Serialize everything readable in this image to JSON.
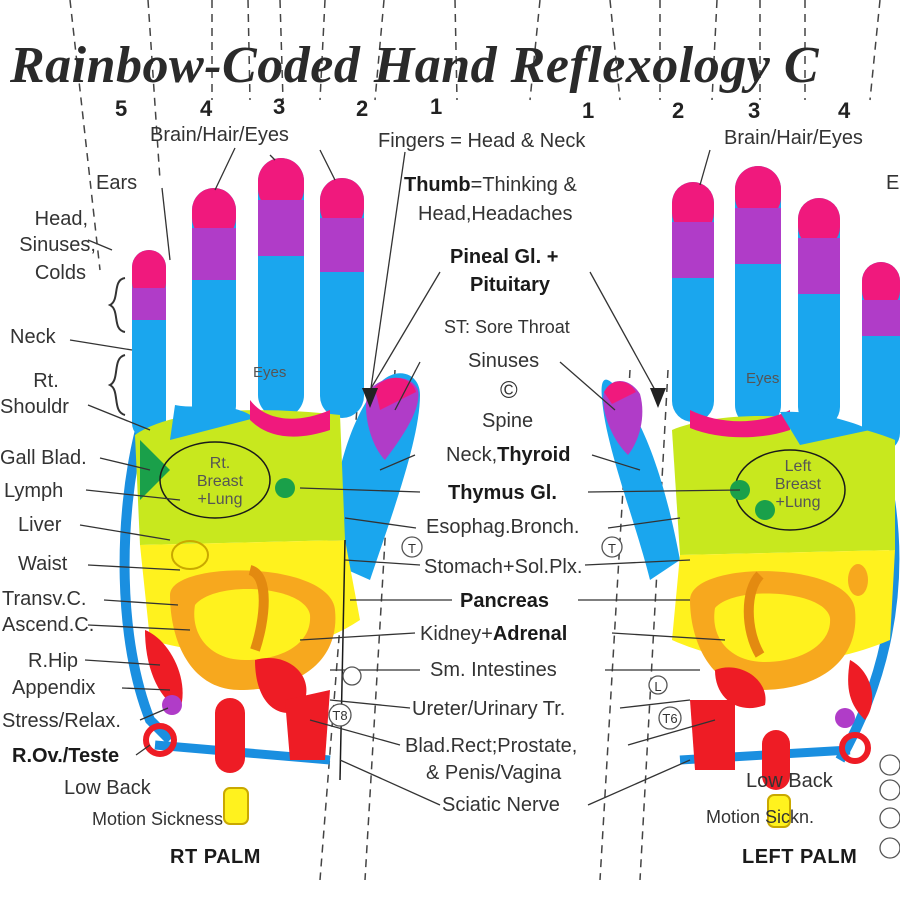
{
  "title": "Rainbow-Coded Hand Reflexology C",
  "finger_numbers_left": [
    "5",
    "4",
    "3",
    "2",
    "1"
  ],
  "finger_numbers_right": [
    "1",
    "2",
    "3",
    "4"
  ],
  "left_labels": {
    "brain_hair_eyes": "Brain/Hair/Eyes",
    "ears": "Ears",
    "head_sinuses_colds": [
      "Head,",
      "Sinuses,",
      "Colds"
    ],
    "neck": "Neck",
    "rt_shouldr": [
      "Rt.",
      "Shouldr"
    ],
    "gall_blad": "Gall Blad.",
    "lymph": "Lymph",
    "liver": "Liver",
    "waist": "Waist",
    "transv_c": "Transv.C.",
    "ascend_c": "Ascend.C.",
    "r_hip": "R.Hip",
    "appendix": "Appendix",
    "stress_relax": "Stress/Relax.",
    "r_ov_teste": "R.Ov./Teste",
    "low_back": "Low Back",
    "motion_sickness": "Motion Sickness"
  },
  "center_labels": {
    "fingers": "Fingers = Head & Neck",
    "thumb_bold": "Thumb",
    "thumb_rest": "=Thinking &",
    "head_headaches": "Head,Headaches",
    "pineal": "Pineal Gl. +",
    "pituitary": "Pituitary",
    "sore_throat": "ST: Sore Throat",
    "sinuses": "Sinuses",
    "c_mark": "©",
    "spine": "Spine",
    "neck_prefix": "Neck,",
    "thyroid": "Thyroid",
    "thymus": "Thymus Gl.",
    "esophag": "Esophag.Bronch.",
    "stomach": "Stomach+Sol.Plx.",
    "pancreas": "Pancreas",
    "kidney_prefix": "Kidney+",
    "adrenal": "Adrenal",
    "sm_intestines": "Sm. Intestines",
    "ureter": "Ureter/Urinary Tr.",
    "blad_rect": "Blad.Rect;Prostate,",
    "penis_vagina": "& Penis/Vagina",
    "sciatic": "Sciatic Nerve"
  },
  "right_labels": {
    "brain_hair_eyes": "Brain/Hair/Eyes",
    "e": "E",
    "low_back": "Low Back",
    "motion_sickn": "Motion Sickn."
  },
  "hand_labels": {
    "rt_breast_lung": [
      "Rt.",
      "Breast",
      "+Lung"
    ],
    "left_breast_lung": [
      "Left",
      "Breast",
      "+Lung"
    ],
    "eyes": "Eyes"
  },
  "marker_letters": [
    "T",
    "T",
    "L",
    "T6",
    "T8"
  ],
  "footer": {
    "rt_palm": "RT  PALM",
    "left_palm": "LEFT PALM"
  },
  "zone_colors": {
    "fingertip": "#f0197d",
    "finger_band": "#b03cc8",
    "finger": "#1aa6ee",
    "upper_palm": "#c8e81e",
    "mid_palm": "#fff21e",
    "orange": "#f7a81e",
    "red": "#ee1c25",
    "green": "#1aa04a",
    "channel_blue": "#1a8fe0",
    "line": "#333333"
  }
}
